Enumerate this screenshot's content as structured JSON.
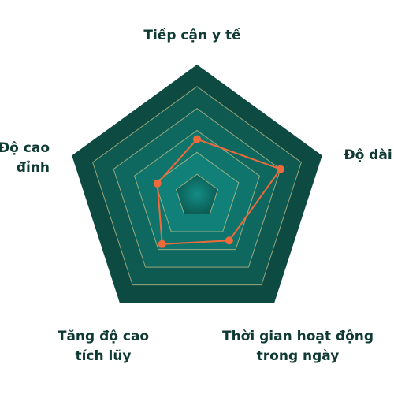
{
  "chart_data": {
    "type": "radar",
    "axes": [
      {
        "label_lines": [
          "Tiếp cận y tế"
        ]
      },
      {
        "label_lines": [
          "Độ dài"
        ]
      },
      {
        "label_lines": [
          "Thời gian hoạt động",
          "trong ngày"
        ]
      },
      {
        "label_lines": [
          "Tăng độ cao",
          "tích lũy"
        ]
      },
      {
        "label_lines": [
          "Độ cao",
          "đỉnh"
        ]
      }
    ],
    "values": [
      2.6,
      4.0,
      2.5,
      2.7,
      1.9
    ],
    "scale": {
      "min": 0,
      "max": 6,
      "ring_step": 1
    },
    "grid": true,
    "colors": {
      "outer_fill": "#0d4a42",
      "inner_fill": "#0f7f78",
      "ring_stroke": "#c9c08a",
      "series": "#ef6a3a",
      "label": "#0f3a33"
    }
  }
}
